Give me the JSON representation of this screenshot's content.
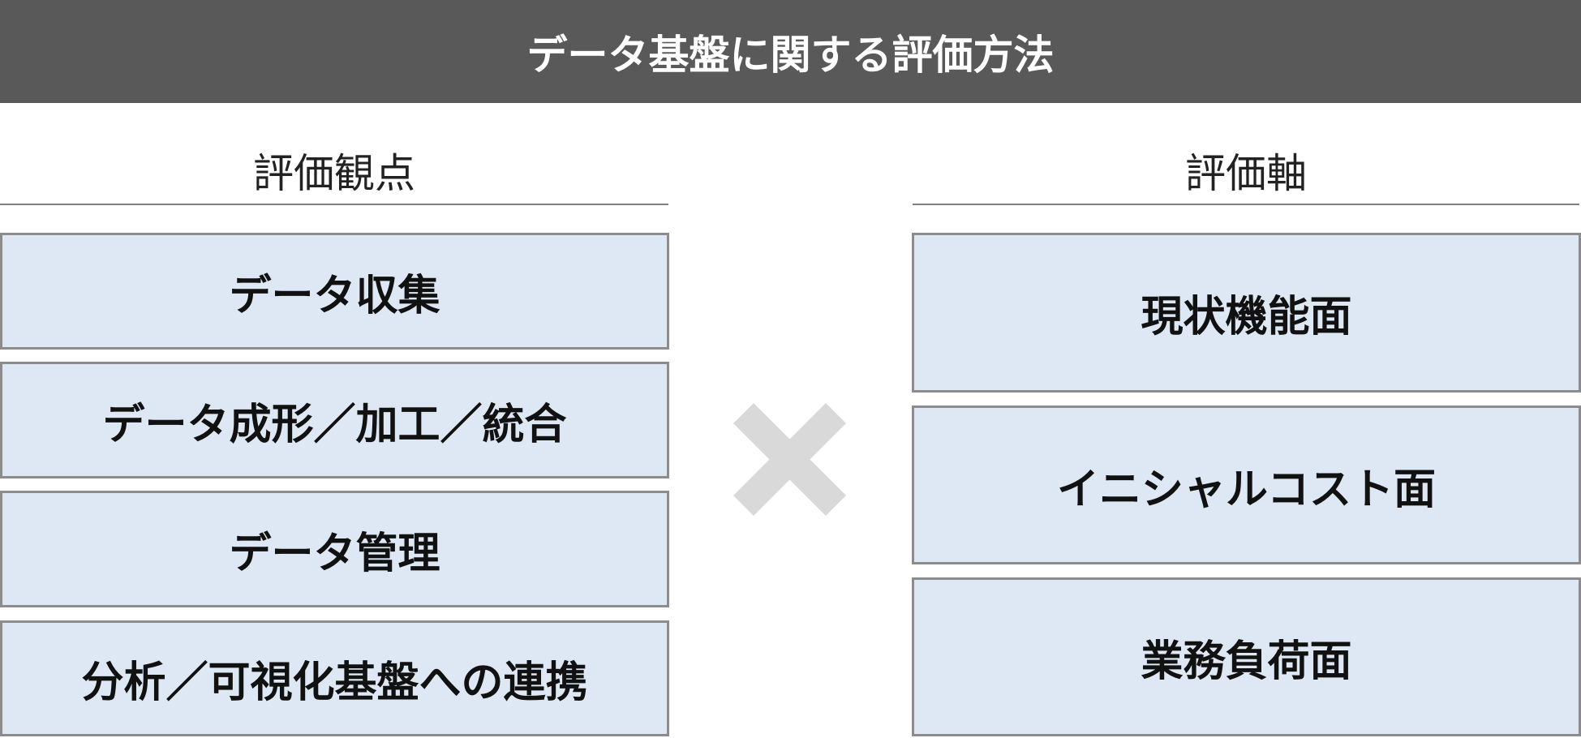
{
  "title": "データ基盤に関する評価方法",
  "left": {
    "heading": "評価観点",
    "items": [
      "データ収集",
      "データ成形／加工／統合",
      "データ管理",
      "分析／可視化基盤への連携"
    ]
  },
  "right": {
    "heading": "評価軸",
    "items": [
      "現状機能面",
      "イニシャルコスト面",
      "業務負荷面"
    ]
  },
  "colors": {
    "header": "#595959",
    "box": "#dde8f4",
    "cross": "#d9d9d9"
  }
}
